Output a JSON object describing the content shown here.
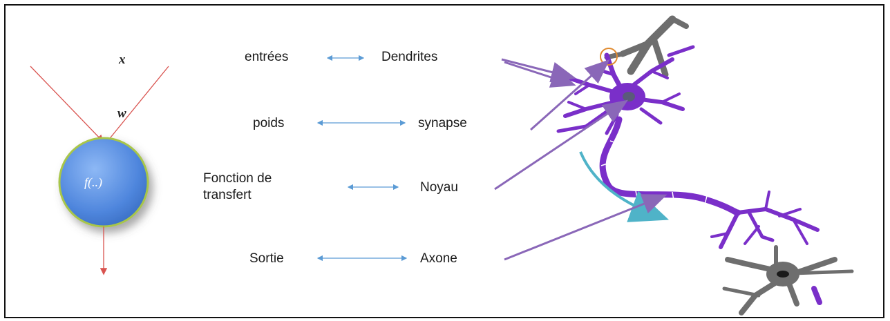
{
  "neuron_model": {
    "input_symbol": "x",
    "weight_symbol": "w",
    "function_label": "f(..)"
  },
  "mapping": {
    "rows": [
      {
        "left": "entrées",
        "right": "Dendrites"
      },
      {
        "left": "poids",
        "right": "synapse"
      },
      {
        "left_line1": "Fonction de",
        "left_line2": "transfert",
        "right": "Noyau"
      },
      {
        "left": "Sortie",
        "right": "Axone"
      }
    ]
  },
  "colors": {
    "input_arrows": "#d9534f",
    "node_fill": "#5a8fe0",
    "node_ring": "#a8c64a",
    "map_arrows": "#5b9bd5",
    "pointer_arrows": "#8a67b8",
    "neuron_purple": "#7a2fc9",
    "neuron_gray": "#6e6e6e",
    "signal_arrow": "#4fb3c8",
    "synapse_circle": "#e08a2e"
  }
}
